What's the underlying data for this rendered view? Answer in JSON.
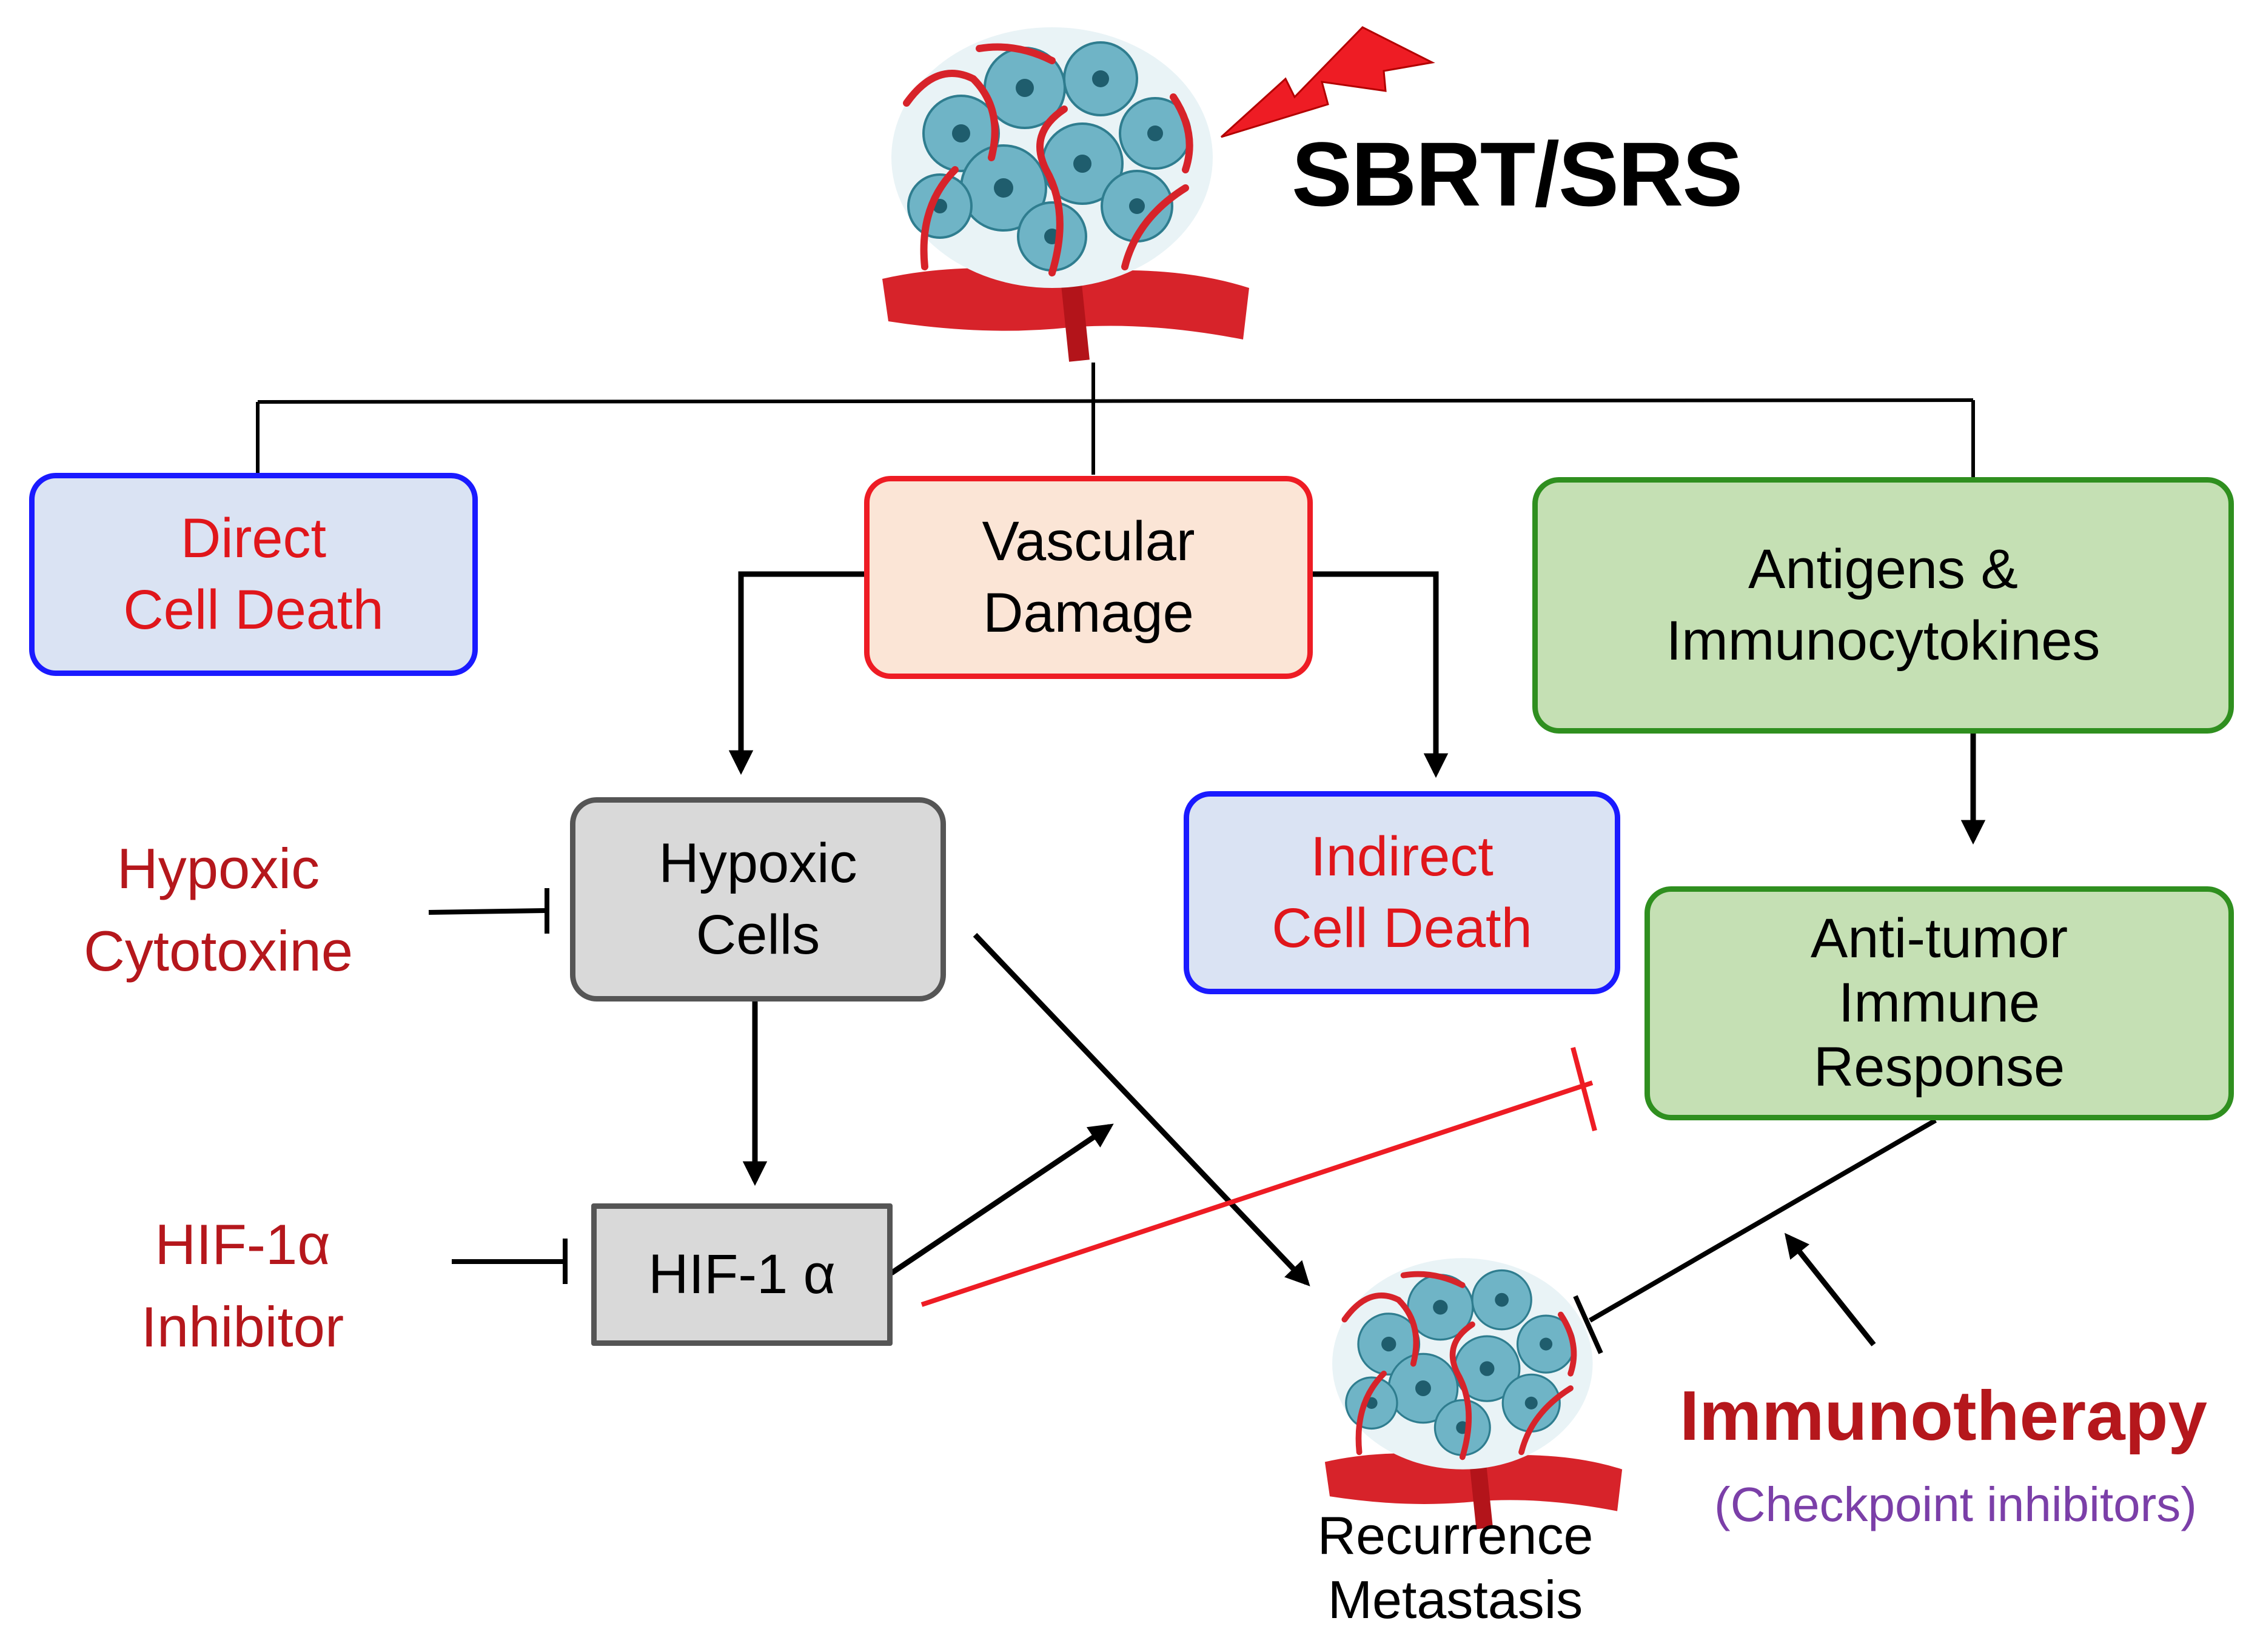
{
  "title": "SBRT/SRS",
  "boxes": {
    "direct": {
      "line1": "Direct",
      "line2": "Cell Death"
    },
    "vascular": {
      "line1": "Vascular",
      "line2": "Damage"
    },
    "antigens": {
      "line1": "Antigens &",
      "line2": "Immunocytokines"
    },
    "hypoxic": {
      "line1": "Hypoxic",
      "line2": "Cells"
    },
    "indirect": {
      "line1": "Indirect",
      "line2": "Cell Death"
    },
    "antitumor": {
      "line1": "Anti-tumor",
      "line2": "Immune",
      "line3": "Response"
    },
    "hif": {
      "line1": "HIF-1 α"
    }
  },
  "labels": {
    "hypoxic_cytotoxine": {
      "line1": "Hypoxic",
      "line2": "Cytotoxine"
    },
    "hif_inhibitor": {
      "line1": "HIF-1α",
      "line2": "Inhibitor"
    },
    "immunotherapy": "Immunotherapy",
    "checkpoint": "(Checkpoint inhibitors)",
    "recurrence": {
      "line1": "Recurrence",
      "line2": "Metastasis"
    }
  },
  "colors": {
    "red_text": "#e0161b",
    "dark_red_text": "#b5171c",
    "purple_text": "#7b3fa8",
    "blue_border": "#1a1aff",
    "red_border": "#ee1c24",
    "green_border": "#2f8f1f",
    "gray_border": "#555555",
    "blue_fill": "#dae3f3",
    "peach_fill": "#fbe5d6",
    "green_fill": "#c5e0b4",
    "gray_fill": "#d9d9d9"
  }
}
